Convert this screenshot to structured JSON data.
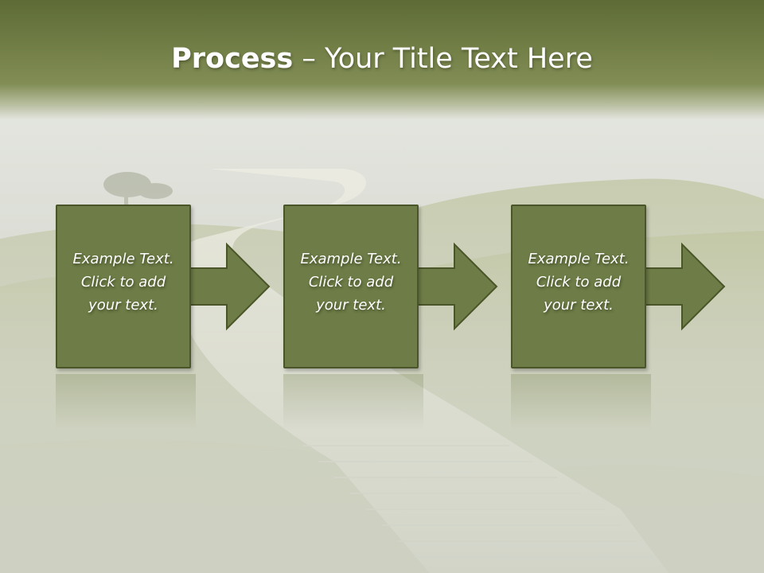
{
  "slide": {
    "title_bold": "Process",
    "title_rest": " – Your Title Text Here"
  },
  "colors": {
    "accent": "#6e7d47",
    "accent_border": "#4a5529",
    "title_band": "#6f7c44",
    "text": "#ffffff"
  },
  "steps": [
    {
      "line1": "Example Text.",
      "line2": "Click  to add",
      "line3": "your text."
    },
    {
      "line1": "Example Text.",
      "line2": "Click  to add",
      "line3": "your text."
    },
    {
      "line1": "Example Text.",
      "line2": "Click  to add",
      "line3": "your text."
    }
  ]
}
